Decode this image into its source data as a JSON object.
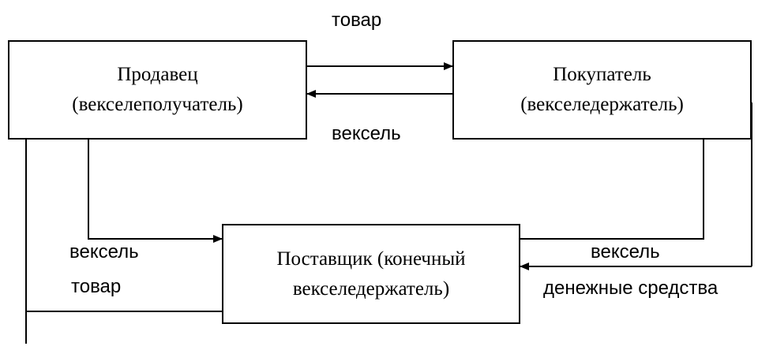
{
  "boxes": {
    "seller": {
      "line1": "Продавец",
      "line2": "(векселеполучатель)"
    },
    "buyer": {
      "line1": "Покупатель",
      "line2": "(векселедержатель)"
    },
    "supplier": {
      "line1": "Поставщик (конечный",
      "line2": "векселедержатель)"
    }
  },
  "labels": {
    "top_goods": "товар",
    "top_bill": "вексель",
    "left_bill": "вексель",
    "left_goods": "товар",
    "right_bill": "вексель",
    "right_money": "денежные средства"
  },
  "colors": {
    "stroke": "#000000",
    "background": "#ffffff"
  }
}
